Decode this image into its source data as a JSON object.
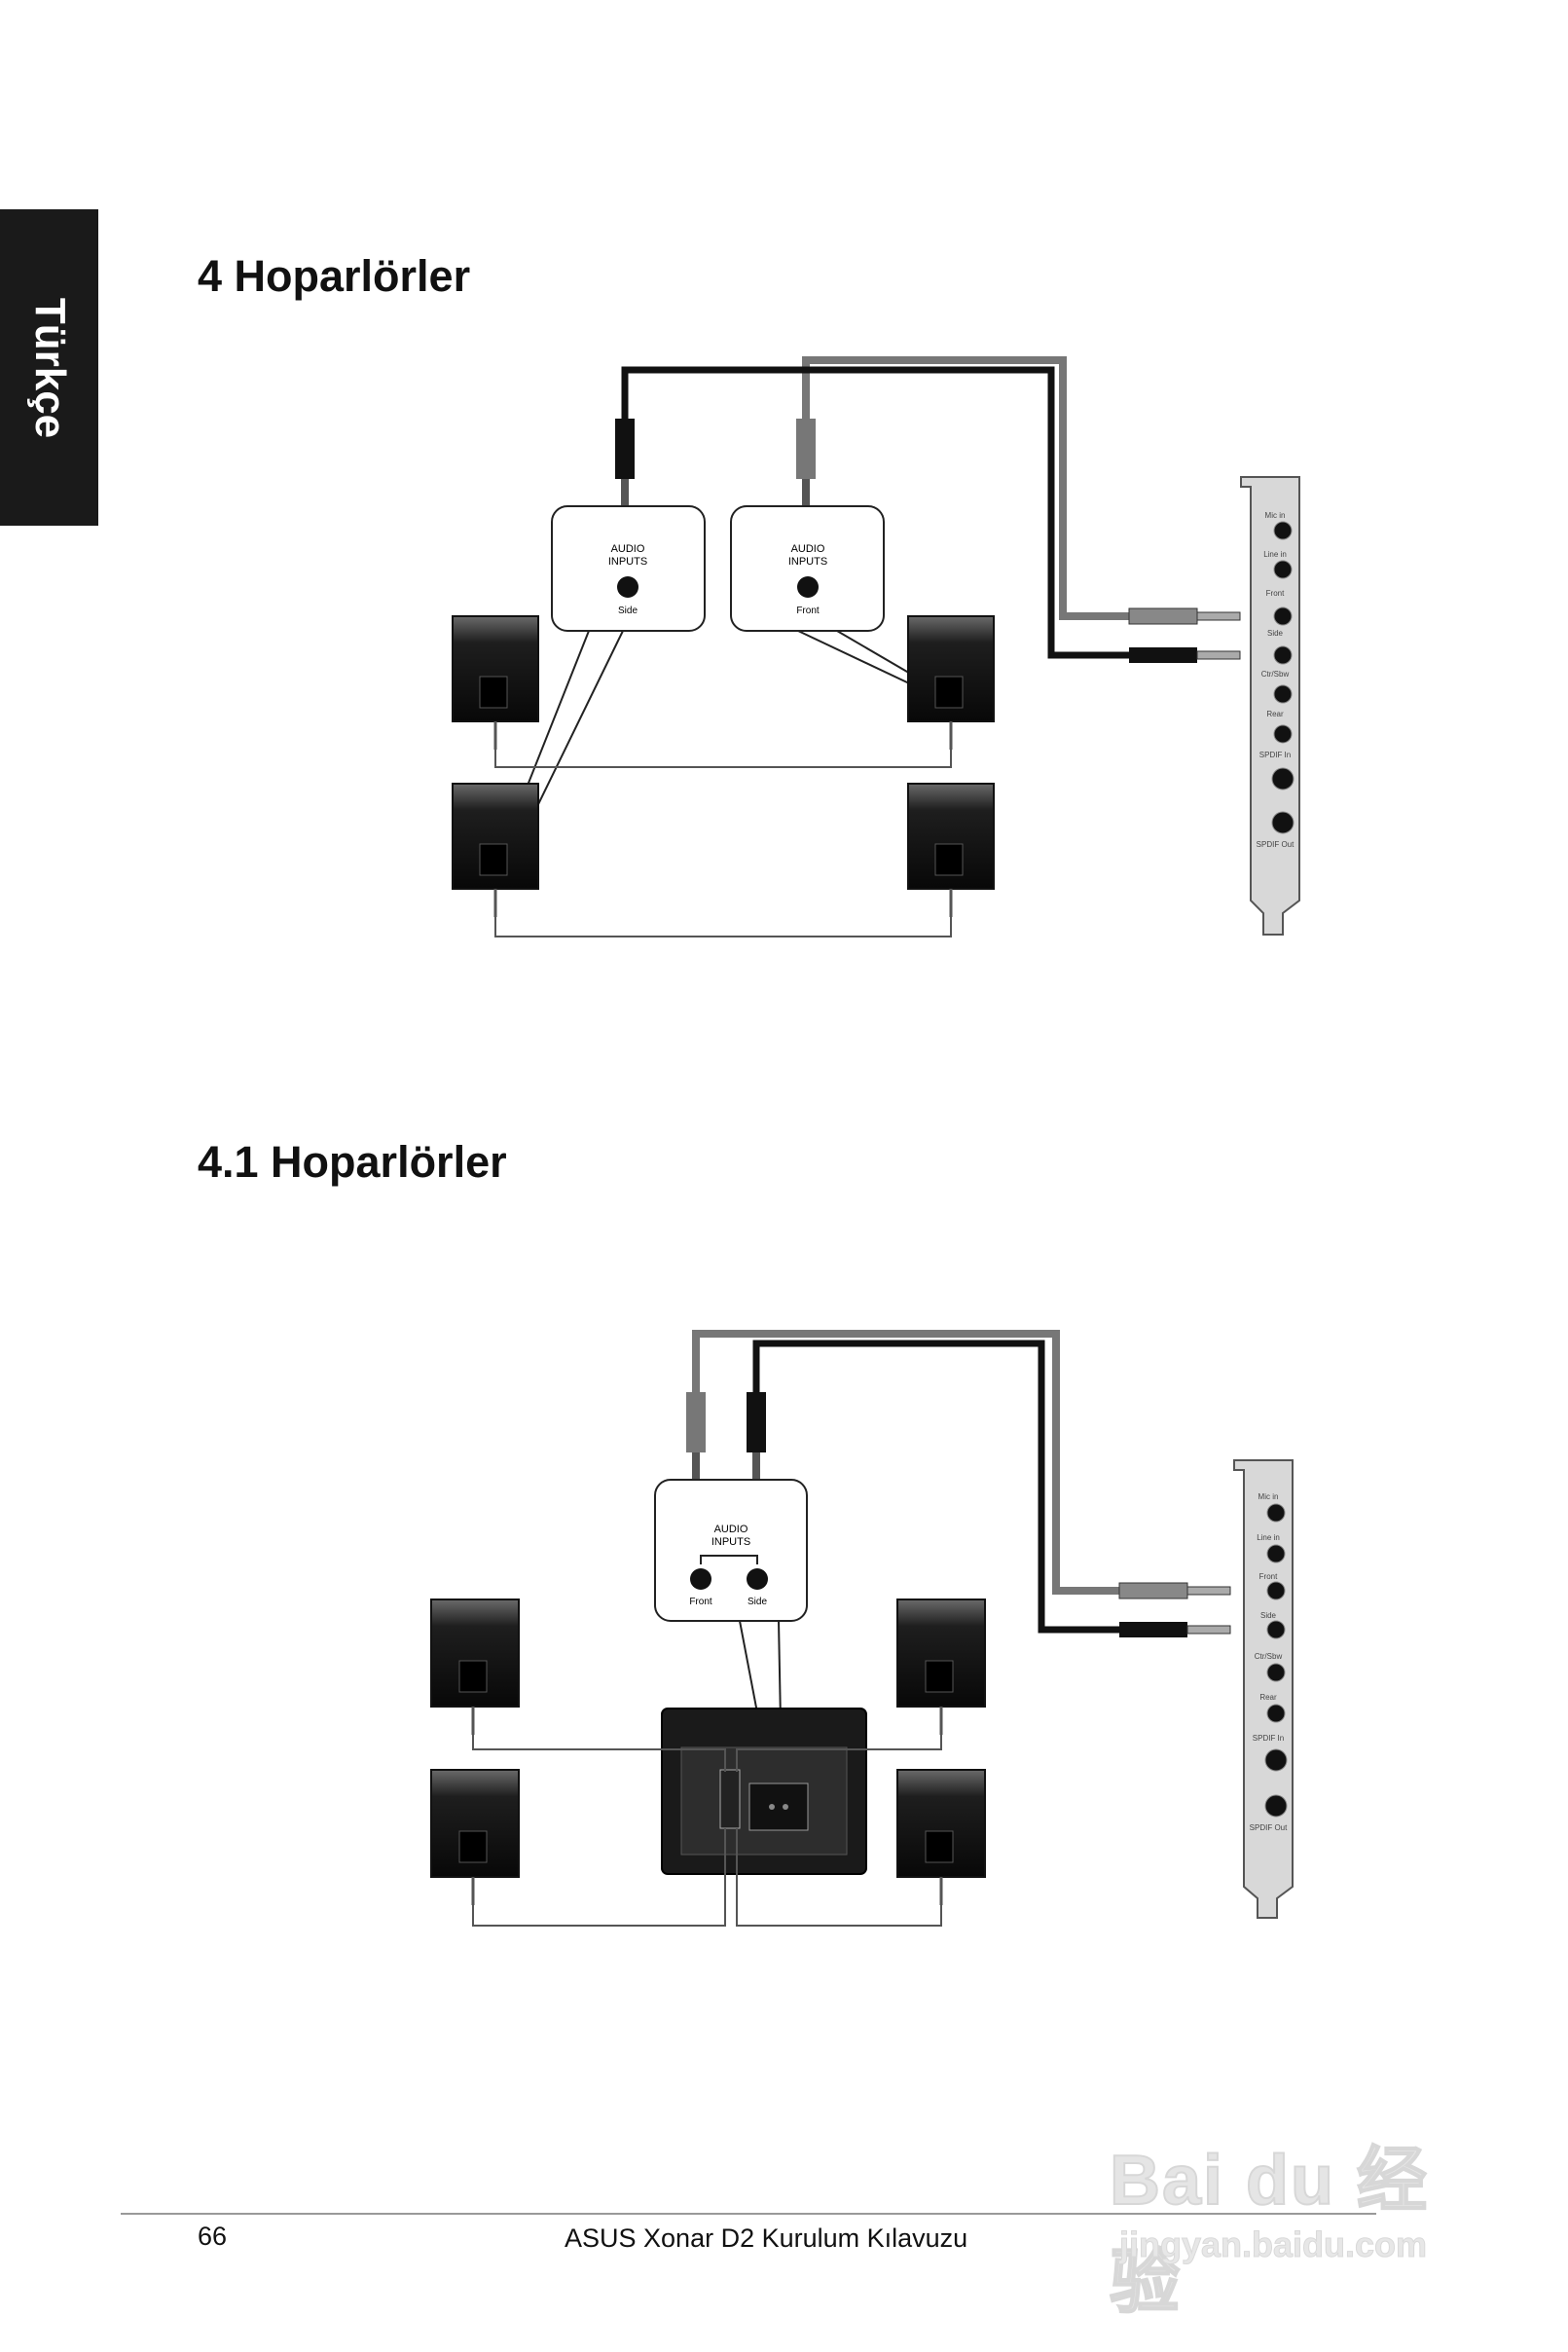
{
  "side_tab": {
    "label": "Türkçe"
  },
  "sections": [
    {
      "title": "4 Hoparlörler",
      "input_box_left": {
        "line1": "AUDIO",
        "line2": "INPUTS",
        "port_label": "Side"
      },
      "input_box_right": {
        "line1": "AUDIO",
        "line2": "INPUTS",
        "port_label": "Front"
      }
    },
    {
      "title": "4.1 Hoparlörler",
      "input_box": {
        "line1": "AUDIO",
        "line2": "INPUTS",
        "port_left": "Front",
        "port_right": "Side"
      }
    }
  ],
  "sound_card": {
    "ports": [
      "Mic in",
      "Line in",
      "Front",
      "Side",
      "Ctr/Sbw",
      "Rear",
      "SPDIF In",
      "SPDIF Out"
    ]
  },
  "footer": {
    "page_number": "66",
    "document_title": "ASUS Xonar D2 Kurulum Kılavuzu"
  },
  "watermark": {
    "logo": "Bai du 经验",
    "url": "jingyan.baidu.com"
  }
}
